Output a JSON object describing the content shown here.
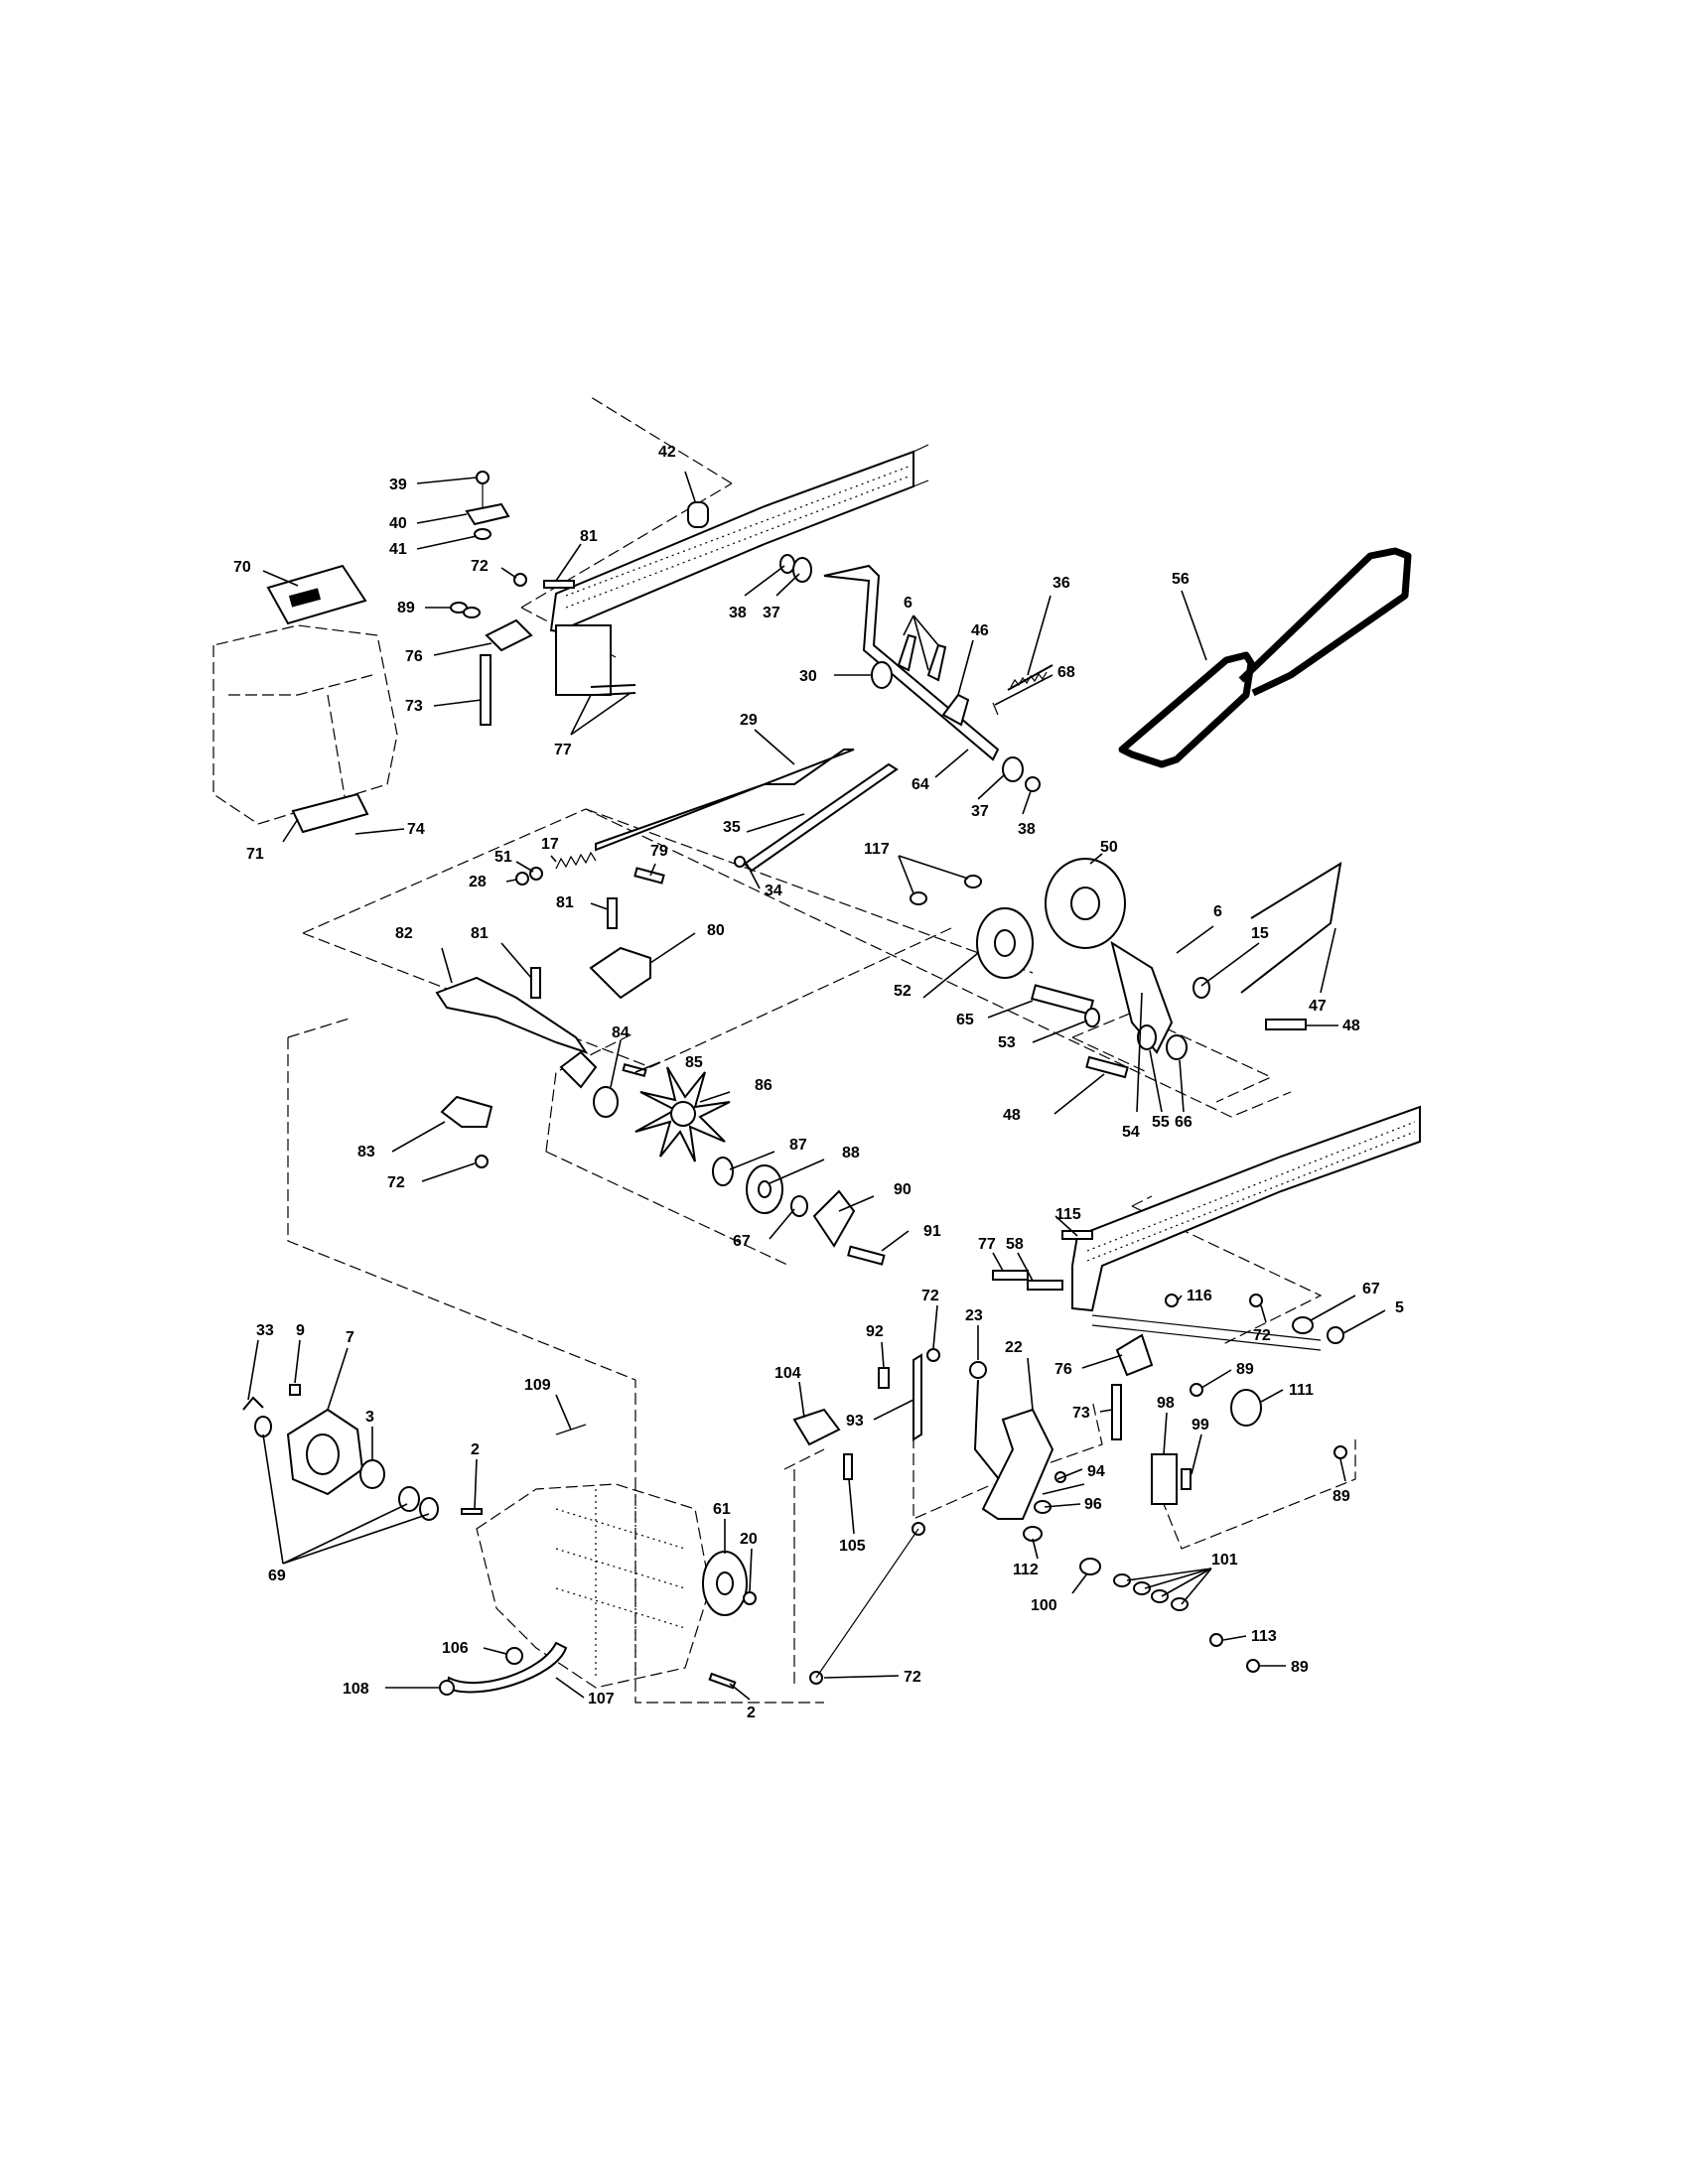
{
  "labels": [
    {
      "id": "l39",
      "text": "39"
    },
    {
      "id": "l40",
      "text": "40"
    },
    {
      "id": "l41",
      "text": "41"
    },
    {
      "id": "l70",
      "text": "70"
    },
    {
      "id": "l72a",
      "text": "72"
    },
    {
      "id": "l89a",
      "text": "89"
    },
    {
      "id": "l76a",
      "text": "76"
    },
    {
      "id": "l73a",
      "text": "73"
    },
    {
      "id": "l77a",
      "text": "77"
    },
    {
      "id": "l81a",
      "text": "81"
    },
    {
      "id": "l42",
      "text": "42"
    },
    {
      "id": "l38a",
      "text": "38"
    },
    {
      "id": "l37a",
      "text": "37"
    },
    {
      "id": "l6a",
      "text": "6"
    },
    {
      "id": "l36",
      "text": "36"
    },
    {
      "id": "l46",
      "text": "46"
    },
    {
      "id": "l68a",
      "text": "68"
    },
    {
      "id": "l30",
      "text": "30"
    },
    {
      "id": "l56",
      "text": "56"
    },
    {
      "id": "l29",
      "text": "29"
    },
    {
      "id": "l64",
      "text": "64"
    },
    {
      "id": "l37b",
      "text": "37"
    },
    {
      "id": "l38b",
      "text": "38"
    },
    {
      "id": "l71",
      "text": "71"
    },
    {
      "id": "l74",
      "text": "74"
    },
    {
      "id": "l17",
      "text": "17"
    },
    {
      "id": "l79",
      "text": "79"
    },
    {
      "id": "l51",
      "text": "51"
    },
    {
      "id": "l28",
      "text": "28"
    },
    {
      "id": "l35",
      "text": "35"
    },
    {
      "id": "l34",
      "text": "34"
    },
    {
      "id": "l117",
      "text": "117"
    },
    {
      "id": "l50",
      "text": "50"
    },
    {
      "id": "l81b",
      "text": "81"
    },
    {
      "id": "l82",
      "text": "82"
    },
    {
      "id": "l81c",
      "text": "81"
    },
    {
      "id": "l80",
      "text": "80"
    },
    {
      "id": "l6b",
      "text": "6"
    },
    {
      "id": "l15",
      "text": "15"
    },
    {
      "id": "l52",
      "text": "52"
    },
    {
      "id": "l65",
      "text": "65"
    },
    {
      "id": "l47",
      "text": "47"
    },
    {
      "id": "l53",
      "text": "53"
    },
    {
      "id": "l48a",
      "text": "48"
    },
    {
      "id": "l84",
      "text": "84"
    },
    {
      "id": "l85",
      "text": "85"
    },
    {
      "id": "l86",
      "text": "86"
    },
    {
      "id": "l48b",
      "text": "48"
    },
    {
      "id": "l55",
      "text": "55"
    },
    {
      "id": "l66",
      "text": "66"
    },
    {
      "id": "l54",
      "text": "54"
    },
    {
      "id": "l83",
      "text": "83"
    },
    {
      "id": "l87",
      "text": "87"
    },
    {
      "id": "l88",
      "text": "88"
    },
    {
      "id": "l72b",
      "text": "72"
    },
    {
      "id": "l90",
      "text": "90"
    },
    {
      "id": "l67a",
      "text": "67"
    },
    {
      "id": "l91",
      "text": "91"
    },
    {
      "id": "l115",
      "text": "115"
    },
    {
      "id": "l77b",
      "text": "77"
    },
    {
      "id": "l58",
      "text": "58"
    },
    {
      "id": "l116",
      "text": "116"
    },
    {
      "id": "l67b",
      "text": "67"
    },
    {
      "id": "l5",
      "text": "5"
    },
    {
      "id": "l72c",
      "text": "72"
    },
    {
      "id": "l72d",
      "text": "72"
    },
    {
      "id": "l23",
      "text": "23"
    },
    {
      "id": "l92",
      "text": "92"
    },
    {
      "id": "l33",
      "text": "33"
    },
    {
      "id": "l9",
      "text": "9"
    },
    {
      "id": "l7",
      "text": "7"
    },
    {
      "id": "l22",
      "text": "22"
    },
    {
      "id": "l76b",
      "text": "76"
    },
    {
      "id": "l89b",
      "text": "89"
    },
    {
      "id": "l104",
      "text": "104"
    },
    {
      "id": "l109",
      "text": "109"
    },
    {
      "id": "l111",
      "text": "111"
    },
    {
      "id": "l3",
      "text": "3"
    },
    {
      "id": "l73b",
      "text": "73"
    },
    {
      "id": "l98",
      "text": "98"
    },
    {
      "id": "l93",
      "text": "93"
    },
    {
      "id": "l99",
      "text": "99"
    },
    {
      "id": "l2a",
      "text": "2"
    },
    {
      "id": "l94",
      "text": "94"
    },
    {
      "id": "l89c",
      "text": "89"
    },
    {
      "id": "l61",
      "text": "61"
    },
    {
      "id": "l105",
      "text": "105"
    },
    {
      "id": "l20",
      "text": "20"
    },
    {
      "id": "l96",
      "text": "96"
    },
    {
      "id": "l69",
      "text": "69"
    },
    {
      "id": "l112",
      "text": "112"
    },
    {
      "id": "l101",
      "text": "101"
    },
    {
      "id": "l100",
      "text": "100"
    },
    {
      "id": "l113",
      "text": "113"
    },
    {
      "id": "l106",
      "text": "106"
    },
    {
      "id": "l89d",
      "text": "89"
    },
    {
      "id": "l72e",
      "text": "72"
    },
    {
      "id": "l108",
      "text": "108"
    },
    {
      "id": "l107",
      "text": "107"
    },
    {
      "id": "l2b",
      "text": "2"
    }
  ]
}
